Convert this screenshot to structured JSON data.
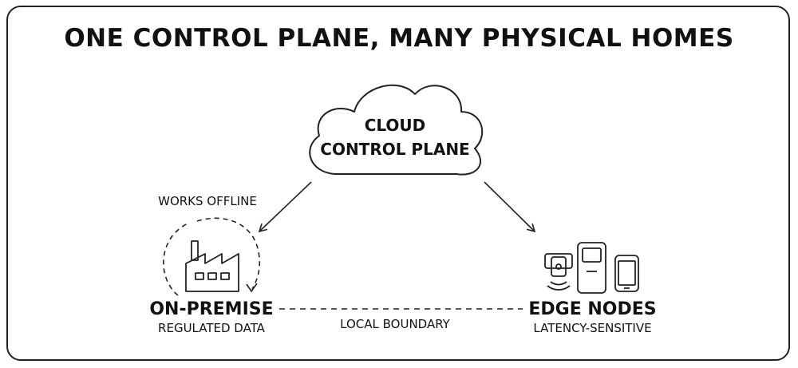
{
  "title": "ONE CONTROL PLANE, MANY PHYSICAL HOMES",
  "cloud": {
    "line1": "CLOUD",
    "line2": "CONTROL PLANE"
  },
  "on_premise": {
    "label": "ON-PREMISE",
    "sublabel": "REGULATED DATA",
    "note": "WORKS OFFLINE",
    "icon": "factory-icon"
  },
  "edge_nodes": {
    "label": "EDGE NODES",
    "sublabel": "LATENCY-SENSITIVE",
    "icons": [
      "sensor-icon",
      "kiosk-icon",
      "smartphone-icon"
    ]
  },
  "boundary": {
    "label": "LOCAL BOUNDARY"
  }
}
